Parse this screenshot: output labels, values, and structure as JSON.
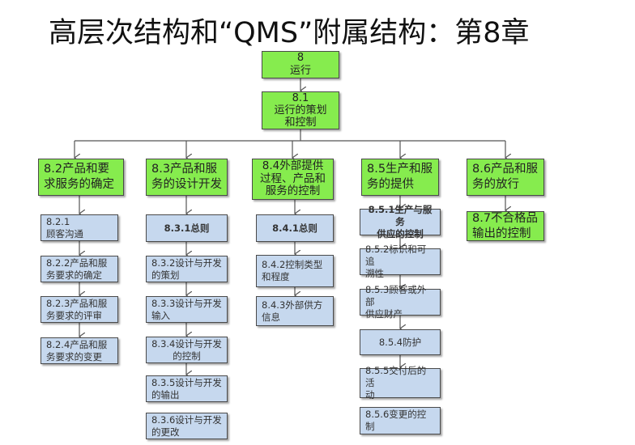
{
  "title": "高层次结构和“QMS”附属结构：第8章",
  "colors": {
    "green": "#86ec4e",
    "blue": "#c6d8ee",
    "border": "#4a4a4a",
    "line": "#555555"
  },
  "root": {
    "line1": "8",
    "line2": "运行"
  },
  "level1": {
    "line1": "8.1",
    "line2": "运行的策划",
    "line3": "和控制"
  },
  "columns": [
    {
      "head": {
        "line1": "8.2产品和要",
        "line2": "求服务的确定"
      },
      "items": [
        {
          "line1": "8.2.1",
          "line2": "顾客沟通"
        },
        {
          "line1": "8.2.2产品和服",
          "line2": "务要求的确定"
        },
        {
          "line1": "8.2.3产品和服",
          "line2": "务要求的评审"
        },
        {
          "line1": "8.2.4产品和服",
          "line2": "务要求的变更"
        }
      ]
    },
    {
      "head": {
        "line1": "8.3产品和服",
        "line2": "务的设计开发"
      },
      "items": [
        {
          "line1": "8.3.1总则",
          "line2": ""
        },
        {
          "line1": "8.3.2设计与开发",
          "line2": "的策划"
        },
        {
          "line1": "8.3.3设计与开发",
          "line2": "输入"
        },
        {
          "line1": "8.3.4设计与开发",
          "line2": "的控制"
        },
        {
          "line1": "8.3.5设计与开发",
          "line2": "的输出"
        },
        {
          "line1": "8.3.6设计与开发",
          "line2": "的更改"
        }
      ]
    },
    {
      "head": {
        "line1": "8.4外部提供",
        "line2": "过程、产品和",
        "line3": "服务的控制"
      },
      "items": [
        {
          "line1": "8.4.1总则",
          "line2": ""
        },
        {
          "line1": "8.4.2控制类型",
          "line2": "和程度"
        },
        {
          "line1": "8.4.3外部供方",
          "line2": "信息"
        }
      ]
    },
    {
      "head": {
        "line1": "8.5生产和服",
        "line2": "务的提供"
      },
      "items": [
        {
          "line1": "8.5.1生产与服务",
          "line2": "供应的控制"
        },
        {
          "line1": "8.5.2标识和可追",
          "line2": "溯性"
        },
        {
          "line1": "8.5.3顾客或外部",
          "line2": "供应财产"
        },
        {
          "line1": "8.5.4防护",
          "line2": ""
        },
        {
          "line1": "8.5.5交付后的活",
          "line2": "动"
        },
        {
          "line1": "8.5.6变更的控制",
          "line2": ""
        }
      ]
    },
    {
      "head": {
        "line1": "8.6产品和服",
        "line2": "务的放行"
      },
      "items": [
        {
          "line1": "8.7不合格品",
          "line2": "输出的控制"
        }
      ]
    }
  ]
}
